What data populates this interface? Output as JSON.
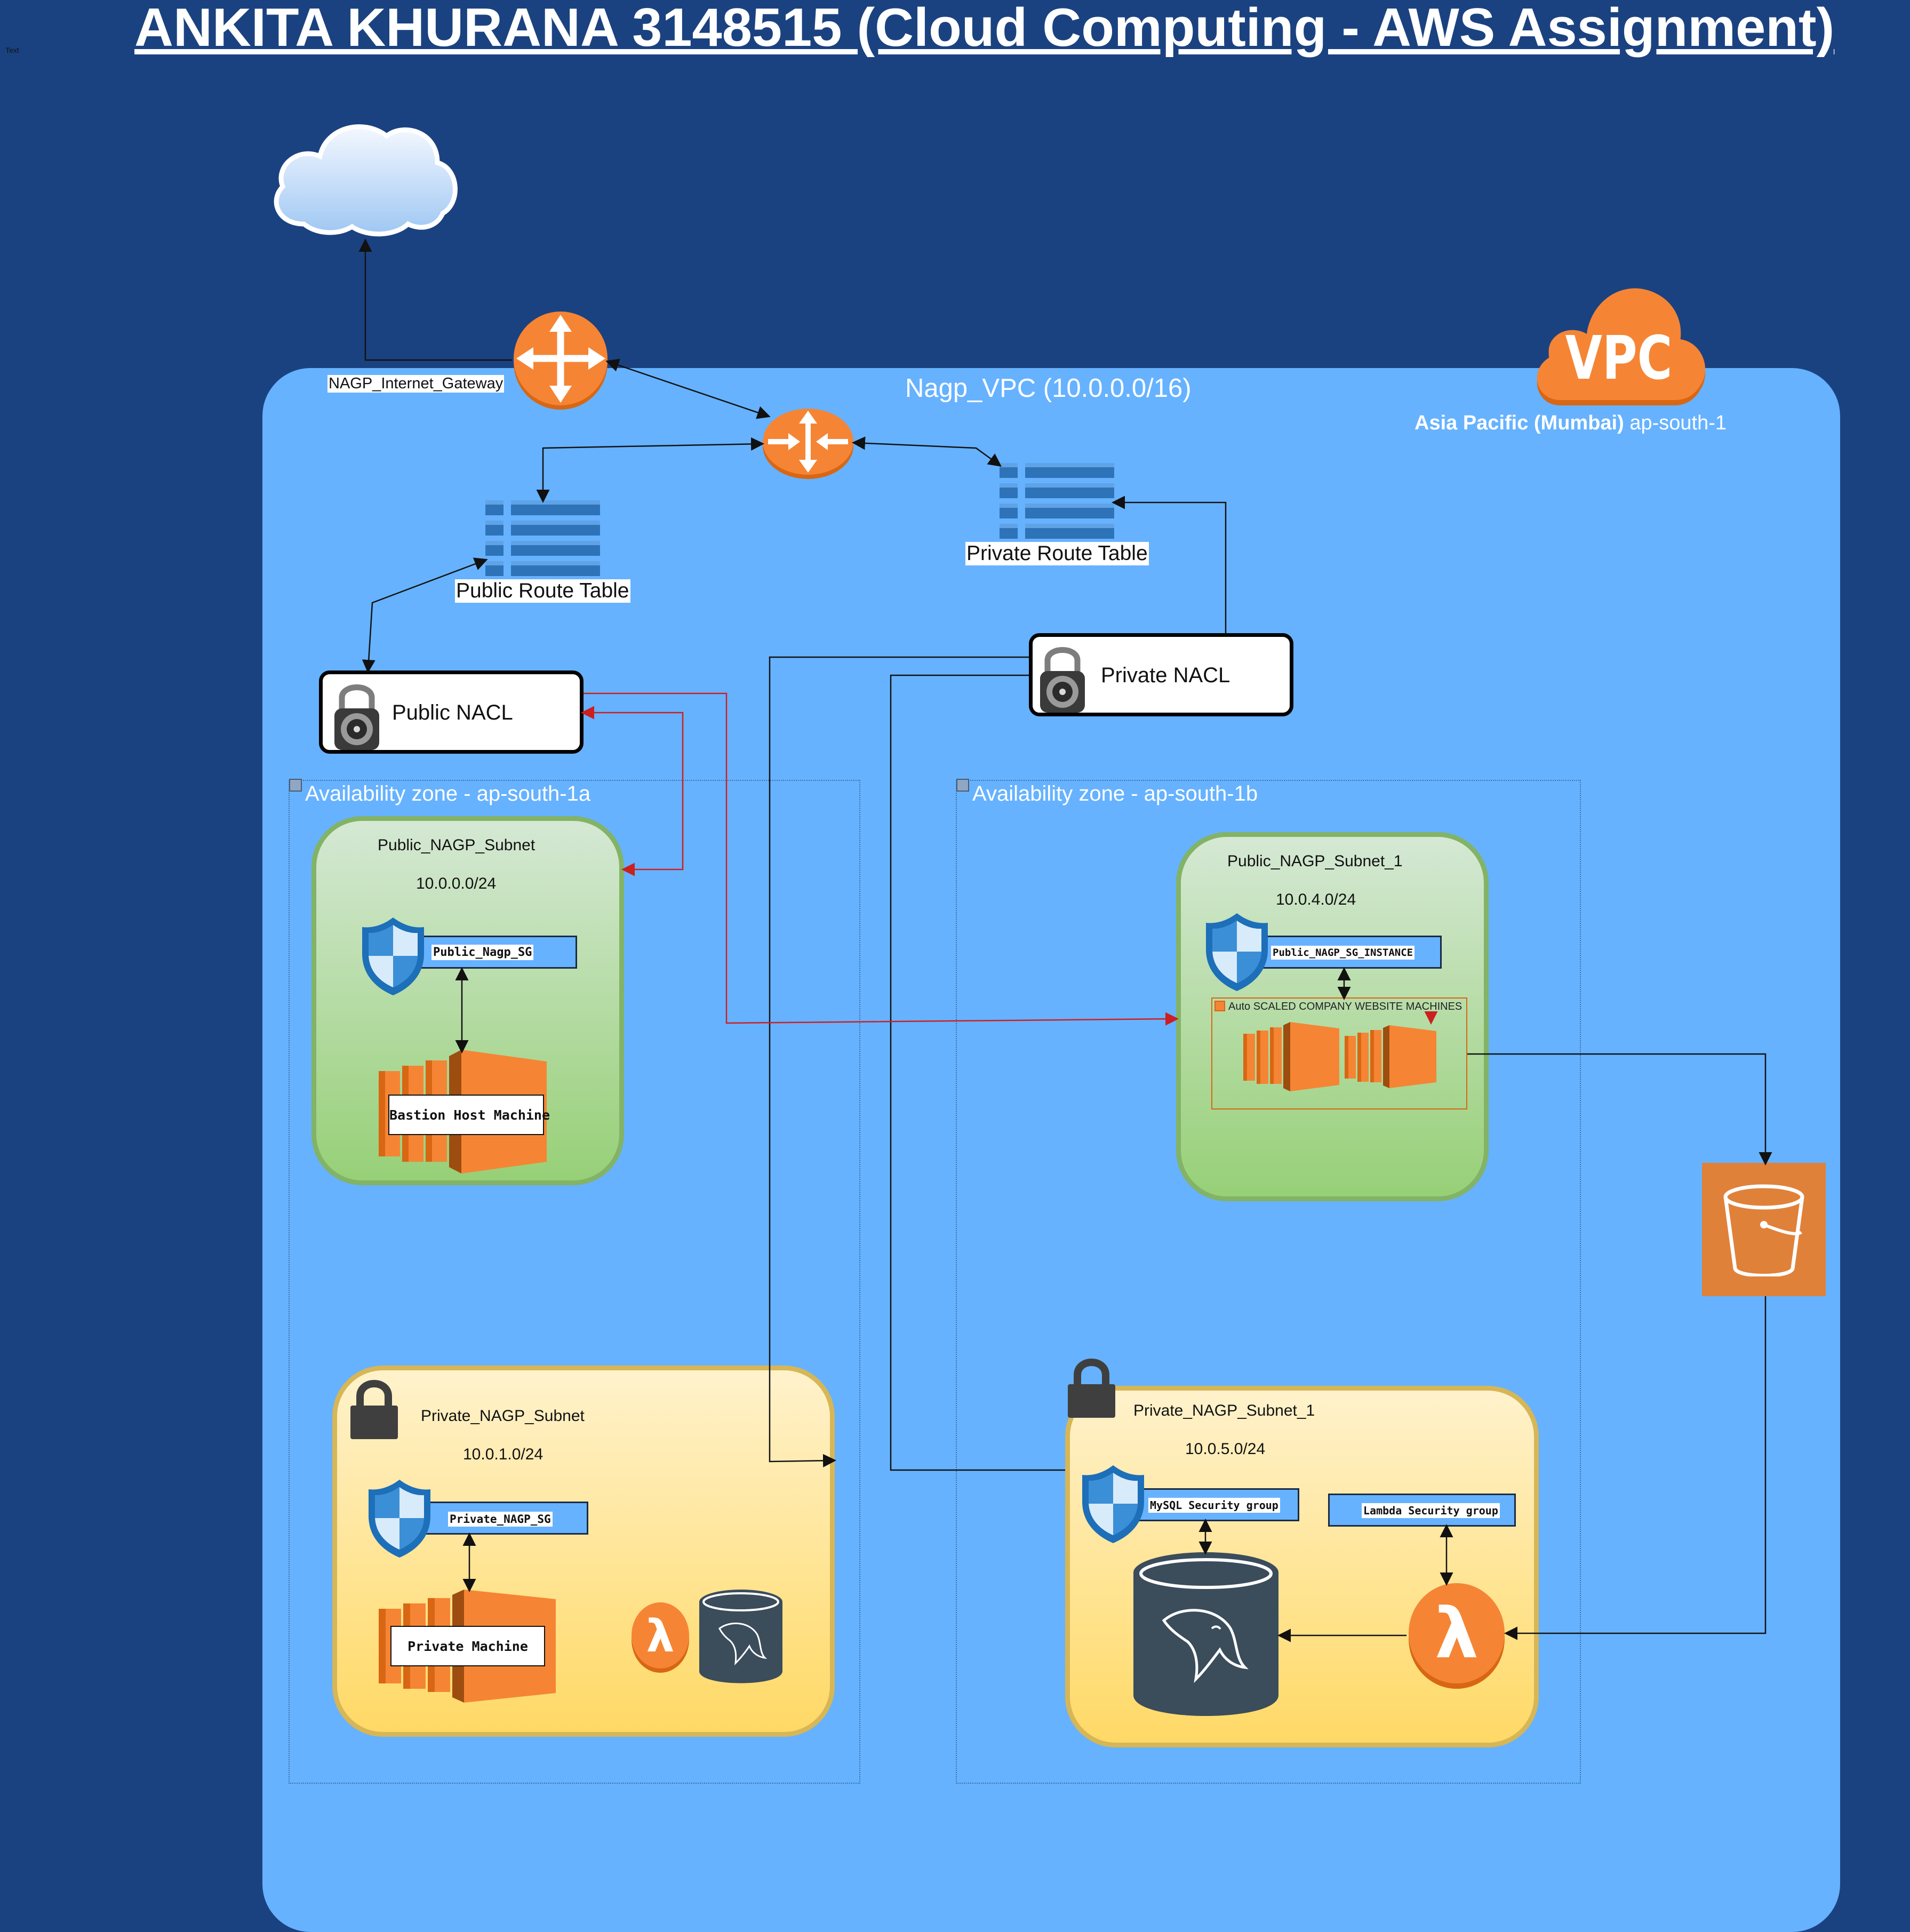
{
  "title": "ANKITA KHURANA 3148515 (Cloud Computing - AWS Assignment)",
  "tiny_label": "Text",
  "vpc": {
    "name": "Nagp_VPC (10.0.0.0/16)",
    "logo_text": "VPC",
    "region_bold": "Asia Pacific (Mumbai)",
    "region_code": "ap-south-1"
  },
  "internet_gateway": {
    "label": "NAGP_Internet_Gateway"
  },
  "route_tables": {
    "public": "Public Route Table",
    "private": "Private Route Table"
  },
  "nacls": {
    "public": "Public NACL",
    "private": "Private NACL"
  },
  "availability_zones": [
    {
      "label": "Availability zone - ap-south-1a"
    },
    {
      "label": "Availability zone - ap-south-1b"
    }
  ],
  "subnets": {
    "public_a": {
      "name": "Public_NAGP_Subnet",
      "cidr": "10.0.0.0/24",
      "sg": "Public_Nagp_SG",
      "machine": "Bastion Host Machine"
    },
    "public_b": {
      "name": "Public_NAGP_Subnet_1",
      "cidr": "10.0.4.0/24",
      "sg": "Public_NAGP_SG_INSTANCE",
      "asg": "Auto SCALED COMPANY WEBSITE MACHINES"
    },
    "private_a": {
      "name": "Private_NAGP_Subnet",
      "cidr": "10.0.1.0/24",
      "sg": "Private_NAGP_SG",
      "machine": "Private Machine"
    },
    "private_b": {
      "name": "Private_NAGP_Subnet_1",
      "cidr": "10.0.5.0/24",
      "sg_mysql": "MySQL Security group",
      "sg_lambda": "Lambda Security group"
    }
  },
  "icons": {
    "cloud": "internet-cloud-icon",
    "igw": "internet-gateway-icon",
    "router": "router-icon",
    "route_table": "route-table-icon",
    "nacl": "padlock-icon",
    "sg": "shield-icon",
    "ec2": "ec2-icon",
    "lambda": "lambda-icon",
    "mysql": "mysql-database-icon",
    "s3": "s3-bucket-icon",
    "lock": "lock-icon"
  },
  "colors": {
    "page_bg": "#1b4280",
    "vpc_bg": "#66b2ff",
    "aws_orange": "#f58534",
    "public_subnet_border": "#82b366",
    "private_subnet_border": "#d6b656",
    "s3_bg": "#e0813a",
    "mysql_dark": "#3b4c5b",
    "red_line": "#cc1f1f"
  }
}
